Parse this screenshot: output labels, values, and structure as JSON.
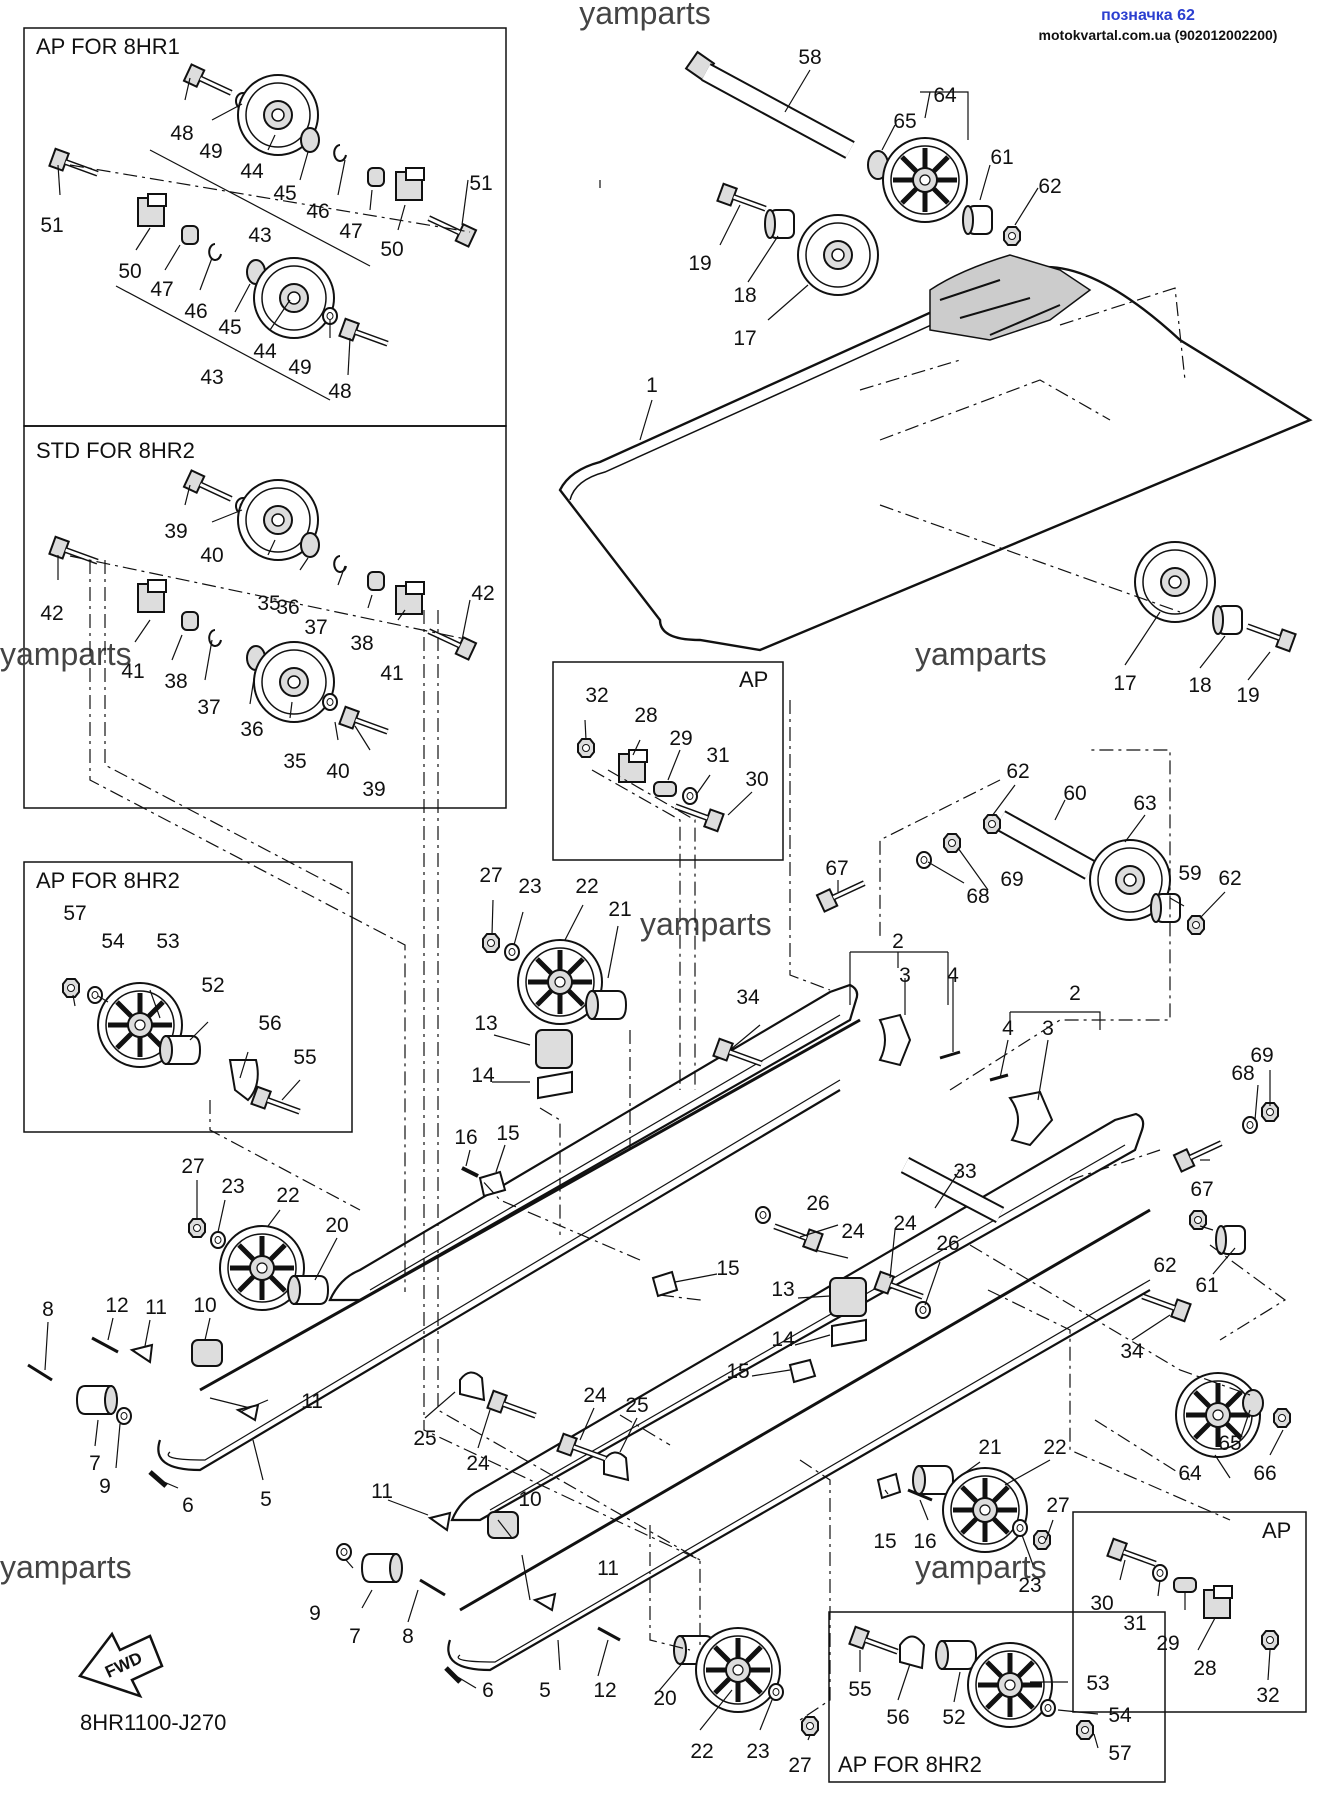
{
  "header": {
    "site_name": "yamparts",
    "note_label": "позначка 62",
    "source_line": "motokvartal.com.ua (902012002200)"
  },
  "watermark": "yamparts",
  "diagram_code": "8HR1100-J270",
  "fwd_label": "FWD",
  "boxes": {
    "ap_8hr1": "AP FOR 8HR1",
    "std_8hr2": "STD FOR 8HR2",
    "ap_8hr2_left": "AP FOR 8HR2",
    "ap_mid": "AP",
    "ap_right": "AP",
    "ap_8hr2_bottom": "AP FOR 8HR2"
  },
  "callouts": {
    "c1": "1",
    "c2a": "2",
    "c2b": "2",
    "c3a": "3",
    "c3b": "3",
    "c4a": "4",
    "c4b": "4",
    "c5a": "5",
    "c5b": "5",
    "c6a": "6",
    "c6b": "6",
    "c7a": "7",
    "c7b": "7",
    "c8a": "8",
    "c8b": "8",
    "c9a": "9",
    "c9b": "9",
    "c10a": "10",
    "c10b": "10",
    "c11a": "11",
    "c11b": "11",
    "c11c": "11",
    "c11d": "11",
    "c12a": "12",
    "c12b": "12",
    "c13a": "13",
    "c13b": "13",
    "c14a": "14",
    "c14b": "14",
    "c15a": "15",
    "c15b": "15",
    "c15c": "15",
    "c15d": "15",
    "c16a": "16",
    "c16b": "16",
    "c17a": "17",
    "c17b": "17",
    "c18a": "18",
    "c18b": "18",
    "c19a": "19",
    "c19b": "19",
    "c20a": "20",
    "c20b": "20",
    "c21a": "21",
    "c21b": "21",
    "c22a": "22",
    "c22b": "22",
    "c22c": "22",
    "c22d": "22",
    "c23a": "23",
    "c23b": "23",
    "c23c": "23",
    "c23d": "23",
    "c24a": "24",
    "c24b": "24",
    "c24c": "24",
    "c24d": "24",
    "c25a": "25",
    "c25b": "25",
    "c26a": "26",
    "c26b": "26",
    "c27a": "27",
    "c27b": "27",
    "c27c": "27",
    "c27d": "27",
    "c28a": "28",
    "c28b": "28",
    "c29a": "29",
    "c29b": "29",
    "c30a": "30",
    "c30b": "30",
    "c31a": "31",
    "c31b": "31",
    "c32a": "32",
    "c32b": "32",
    "c33": "33",
    "c34a": "34",
    "c34b": "34",
    "c35a": "35",
    "c35b": "35",
    "c36a": "36",
    "c36b": "36",
    "c37a": "37",
    "c37b": "37",
    "c38a": "38",
    "c38b": "38",
    "c39a": "39",
    "c39b": "39",
    "c40a": "40",
    "c40b": "40",
    "c41a": "41",
    "c41b": "41",
    "c42a": "42",
    "c42b": "42",
    "c43a": "43",
    "c43b": "43",
    "c44a": "44",
    "c44b": "44",
    "c45a": "45",
    "c45b": "45",
    "c46a": "46",
    "c46b": "46",
    "c47a": "47",
    "c47b": "47",
    "c48a": "48",
    "c48b": "48",
    "c49a": "49",
    "c49b": "49",
    "c50a": "50",
    "c50b": "50",
    "c51a": "51",
    "c51b": "51",
    "c52a": "52",
    "c52b": "52",
    "c53a": "53",
    "c53b": "53",
    "c54a": "54",
    "c54b": "54",
    "c55a": "55",
    "c55b": "55",
    "c56a": "56",
    "c56b": "56",
    "c57a": "57",
    "c57b": "57",
    "c58": "58",
    "c59": "59",
    "c60": "60",
    "c61a": "61",
    "c61b": "61",
    "c62a": "62",
    "c62b": "62",
    "c62c": "62",
    "c63": "63",
    "c64a": "64",
    "c64b": "64",
    "c65a": "65",
    "c65b": "65",
    "c66": "66",
    "c67a": "67",
    "c67b": "67",
    "c68a": "68",
    "c68b": "68",
    "c69a": "69",
    "c69b": "69"
  }
}
